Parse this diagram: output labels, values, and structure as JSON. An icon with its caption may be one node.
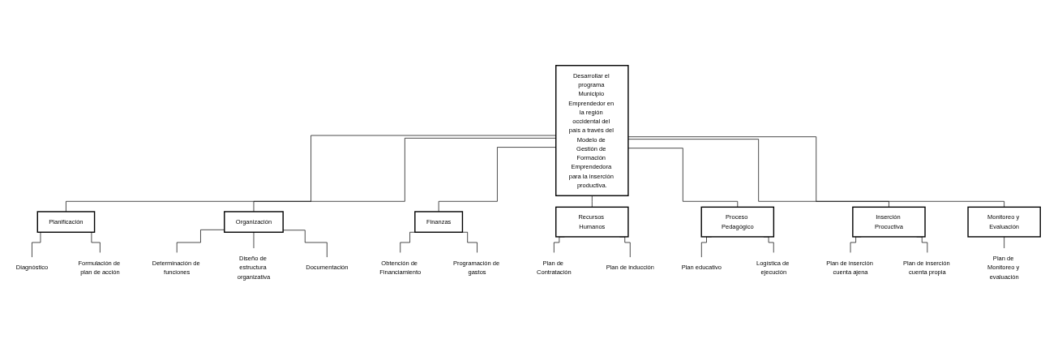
{
  "diagram": {
    "nodes": [
      {
        "text": [
          "Desarrollar el programa Municipio Emprendedor en la región occidental del país a través del Modelo de Gestión de Formación Emprendedora para la inserción productiva."
        ]
      },
      {
        "text": [
          "Planificación"
        ]
      },
      {
        "text": [
          "Diagnóstico"
        ]
      },
      {
        "text": [
          "Formulación de plan de acción"
        ]
      },
      {
        "text": [
          "Organización"
        ]
      },
      {
        "text": [
          "Determinación de funciones"
        ]
      },
      {
        "text": [
          "Diseño de estructura organizativa"
        ]
      },
      {
        "text": [
          "Documentación"
        ]
      },
      {
        "text": [
          "Finanzas"
        ]
      },
      {
        "text": [
          "Obtención de Financiamiento"
        ]
      },
      {
        "text": [
          "Programación de gastos"
        ]
      },
      {
        "text": [
          "Recursos Humanos"
        ]
      },
      {
        "text": [
          "Plan de Contratación"
        ]
      },
      {
        "text": [
          "Plan de inducción"
        ]
      },
      {
        "text": [
          "Proceso Pedagógico"
        ]
      },
      {
        "text": [
          "Plan educativo"
        ]
      },
      {
        "text": [
          "Logística de ejecución"
        ]
      },
      {
        "text": [
          "Inserción Procuctiva"
        ]
      },
      {
        "text": [
          "Plan de inserción cuenta ajena"
        ]
      },
      {
        "text": [
          "Plan de inserción cuenta propia"
        ]
      },
      {
        "text": [
          "Monitoreo y Evaluación"
        ]
      },
      {
        "text": [
          "Plan de Monitoreo y evaluación"
        ]
      }
    ],
    "edges": [
      {
        "from": 0,
        "to": 1,
        "arrow": "none"
      },
      {
        "from": 1,
        "to": 2,
        "arrow": "none"
      },
      {
        "from": 1,
        "to": 3,
        "arrow": "none"
      },
      {
        "from": 0,
        "to": 4,
        "arrow": "none"
      },
      {
        "from": 4,
        "to": 5,
        "arrow": "none"
      },
      {
        "from": 4,
        "to": 6,
        "arrow": "none"
      },
      {
        "from": 4,
        "to": 7,
        "arrow": "none"
      },
      {
        "from": 0,
        "to": 8,
        "arrow": "none"
      },
      {
        "from": 8,
        "to": 9,
        "arrow": "none"
      },
      {
        "from": 8,
        "to": 10,
        "arrow": "none"
      },
      {
        "from": 0,
        "to": 11,
        "arrow": "none"
      },
      {
        "from": 11,
        "to": 12,
        "arrow": "none"
      },
      {
        "from": 11,
        "to": 13,
        "arrow": "none"
      },
      {
        "from": 0,
        "to": 14,
        "arrow": "none"
      },
      {
        "from": 14,
        "to": 15,
        "arrow": "none"
      },
      {
        "from": 14,
        "to": 16,
        "arrow": "none"
      },
      {
        "from": 0,
        "to": 17,
        "arrow": "none"
      },
      {
        "from": 17,
        "to": 18,
        "arrow": "none"
      },
      {
        "from": 17,
        "to": 19,
        "arrow": "none"
      },
      {
        "from": 0,
        "to": 20,
        "arrow": "none"
      },
      {
        "from": 20,
        "to": 21,
        "arrow": "none"
      }
    ]
  }
}
